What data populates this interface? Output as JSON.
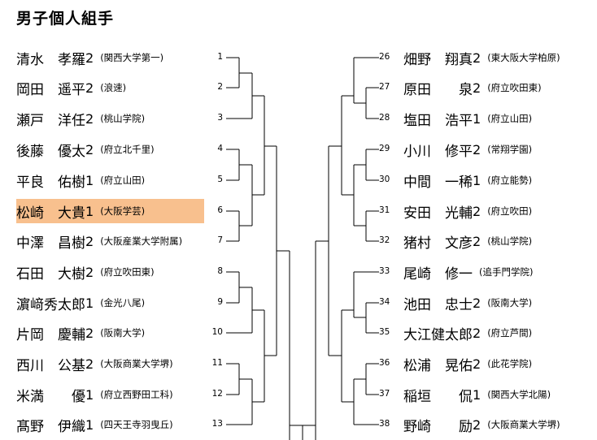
{
  "title": "男子個人組手",
  "highlight_color": "#f8c08e",
  "left": [
    {
      "num": "1",
      "name": "清水　孝羅",
      "year": "2",
      "school": "(関西大学第一)"
    },
    {
      "num": "2",
      "name": "岡田　遥平",
      "year": "2",
      "school": "(浪速)"
    },
    {
      "num": "3",
      "name": "瀬戸　洋任",
      "year": "2",
      "school": "(桃山学院)"
    },
    {
      "num": "4",
      "name": "後藤　優太",
      "year": "2",
      "school": "(府立北千里)"
    },
    {
      "num": "5",
      "name": "平良　佑樹",
      "year": "1",
      "school": "(府立山田)"
    },
    {
      "num": "6",
      "name": "松崎　大貴",
      "year": "1",
      "school": "(大阪学芸)",
      "highlight": true
    },
    {
      "num": "7",
      "name": "中澤　昌樹",
      "year": "2",
      "school": "(大阪産業大学附属)"
    },
    {
      "num": "8",
      "name": "石田　大樹",
      "year": "2",
      "school": "(府立吹田東)"
    },
    {
      "num": "9",
      "name": "濵﨑秀太郎",
      "year": "1",
      "school": "(金光八尾)"
    },
    {
      "num": "10",
      "name": "片岡　慶輔",
      "year": "2",
      "school": "(阪南大学)"
    },
    {
      "num": "11",
      "name": "西川　公基",
      "year": "2",
      "school": "(大阪商業大学堺)"
    },
    {
      "num": "12",
      "name": "米満　　優",
      "year": "1",
      "school": "(府立西野田工科)"
    },
    {
      "num": "13",
      "name": "髙野　伊織",
      "year": "1",
      "school": "(四天王寺羽曳丘)"
    }
  ],
  "right": [
    {
      "num": "26",
      "name": "畑野　翔真",
      "year": "2",
      "school": "(東大阪大学柏原)"
    },
    {
      "num": "27",
      "name": "原田　　泉",
      "year": "2",
      "school": "(府立吹田東)"
    },
    {
      "num": "28",
      "name": "塩田　浩平",
      "year": "1",
      "school": "(府立山田)"
    },
    {
      "num": "29",
      "name": "小川　修平",
      "year": "2",
      "school": "(常翔学園)"
    },
    {
      "num": "30",
      "name": "中間　一稀",
      "year": "1",
      "school": "(府立能勢)"
    },
    {
      "num": "31",
      "name": "安田　光輔",
      "year": "2",
      "school": "(府立吹田)"
    },
    {
      "num": "32",
      "name": "猪村　文彦",
      "year": "2",
      "school": "(桃山学院)"
    },
    {
      "num": "33",
      "name": "尾崎　修一",
      "year": "",
      "school": "(追手門学院)"
    },
    {
      "num": "34",
      "name": "池田　忠士",
      "year": "2",
      "school": "(阪南大学)"
    },
    {
      "num": "35",
      "name": "大江健太郎",
      "year": "2",
      "school": "(府立芦間)"
    },
    {
      "num": "36",
      "name": "松浦　晃佑",
      "year": "2",
      "school": "(此花学院)"
    },
    {
      "num": "37",
      "name": "稲垣　　侃",
      "year": "1",
      "school": "(関西大学北陽)"
    },
    {
      "num": "38",
      "name": "野崎　　励",
      "year": "2",
      "school": "(大阪商業大学堺)"
    }
  ]
}
